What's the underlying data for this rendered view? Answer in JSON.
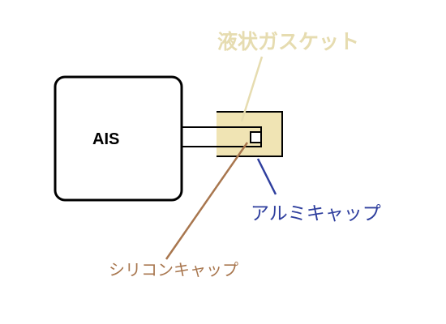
{
  "labels": {
    "ais": "AIS",
    "liquid_gasket": "液状ガスケット",
    "aluminum_cap": "アルミキャップ",
    "silicone_cap": "シリコンキャップ"
  },
  "colors": {
    "background": "#ffffff",
    "outline": "#000000",
    "gasket_fill": "#f0e4b4",
    "gasket_text": "#e6dcb0",
    "aluminum_line": "#2f3f9e",
    "aluminum_text": "#2f3f9e",
    "silicone_line": "#a8764e",
    "silicone_text": "#a8764e"
  }
}
